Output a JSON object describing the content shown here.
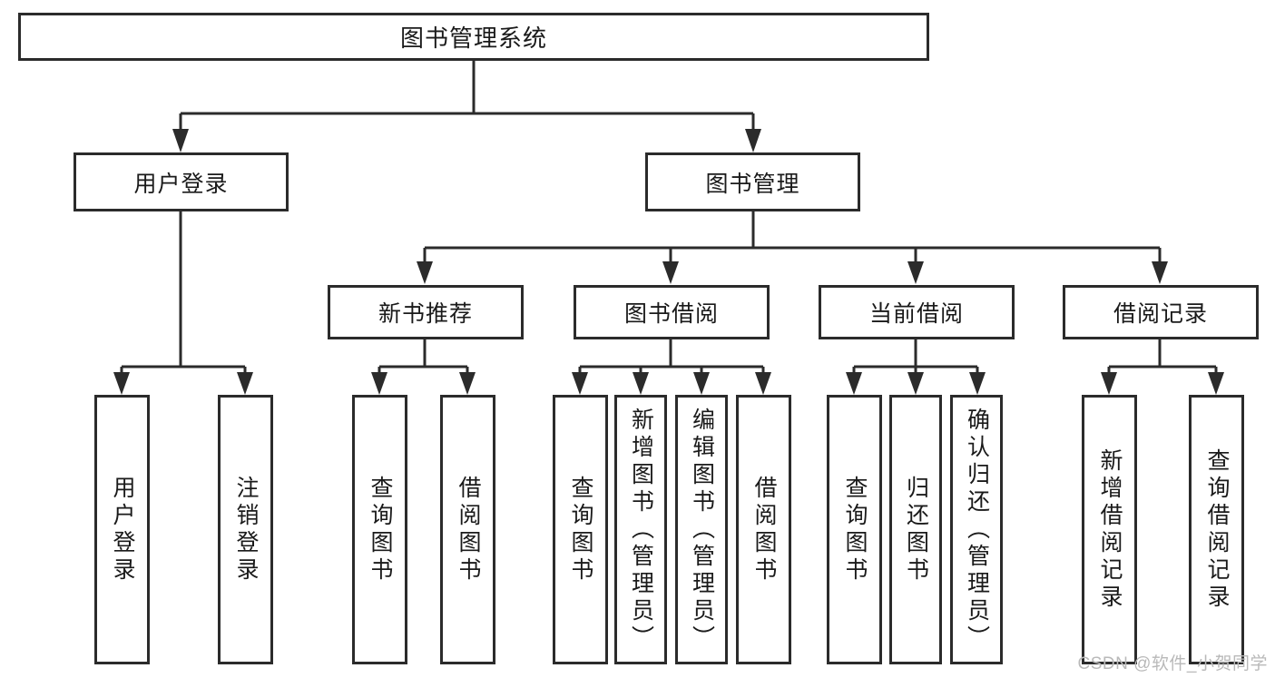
{
  "diagram": {
    "type": "tree-flowchart",
    "title": "图书管理系统",
    "watermark": "CSDN @软件_小贺同学",
    "colors": {
      "background": "#ffffff",
      "box_fill": "#ffffff",
      "box_stroke": "#2b2b2b",
      "text": "#1a1a1a",
      "watermark": "#b9b9b9"
    },
    "root": {
      "label": "图书管理系统",
      "orientation": "horizontal"
    },
    "level2": [
      {
        "label": "用户登录",
        "orientation": "horizontal"
      },
      {
        "label": "图书管理",
        "orientation": "horizontal"
      }
    ],
    "level3": [
      {
        "label": "新书推荐",
        "orientation": "horizontal"
      },
      {
        "label": "图书借阅",
        "orientation": "horizontal"
      },
      {
        "label": "当前借阅",
        "orientation": "horizontal"
      },
      {
        "label": "借阅记录",
        "orientation": "horizontal"
      }
    ],
    "leaves": {
      "user_login": [
        {
          "label": "用户登录",
          "orientation": "vertical"
        },
        {
          "label": "注销登录",
          "orientation": "vertical"
        }
      ],
      "new_book_recommend": [
        {
          "label": "查询图书",
          "orientation": "vertical"
        },
        {
          "label": "借阅图书",
          "orientation": "vertical"
        }
      ],
      "book_borrow": [
        {
          "label": "查询图书",
          "orientation": "vertical"
        },
        {
          "label": "新增图书（管理员）",
          "orientation": "vertical"
        },
        {
          "label": "编辑图书（管理员）",
          "orientation": "vertical"
        },
        {
          "label": "借阅图书",
          "orientation": "vertical"
        }
      ],
      "current_borrow": [
        {
          "label": "查询图书",
          "orientation": "vertical"
        },
        {
          "label": "归还图书",
          "orientation": "vertical"
        },
        {
          "label": "确认归还（管理员）",
          "orientation": "vertical"
        }
      ],
      "borrow_record": [
        {
          "label": "新增借阅记录",
          "orientation": "vertical"
        },
        {
          "label": "查询借阅记录",
          "orientation": "vertical"
        }
      ]
    }
  }
}
